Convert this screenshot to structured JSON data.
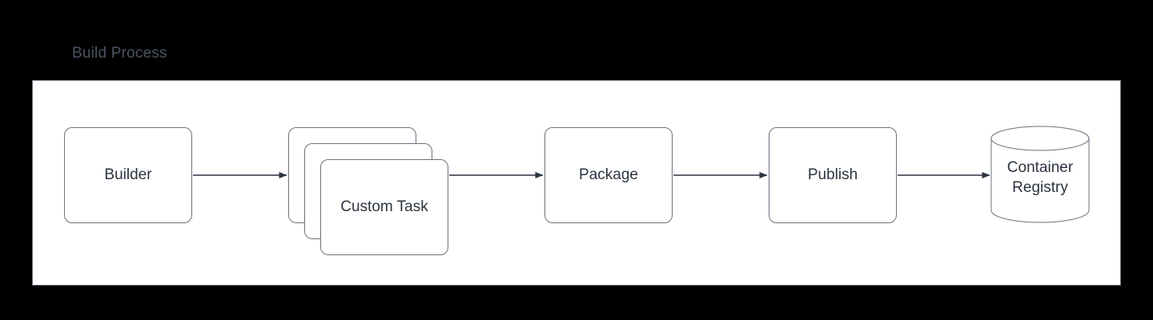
{
  "diagram": {
    "title": "Build Process",
    "title_color": "#4c5363",
    "container_bg": "#ffffff",
    "canvas_bg": "#000000",
    "node_border_color": "#6b7280",
    "node_text_color": "#2c3440",
    "edge_color": "#2c3440",
    "nodes": [
      {
        "id": "builder",
        "label": "Builder",
        "shape": "rounded-rect"
      },
      {
        "id": "custom-task-back-1",
        "label": "Custom Task",
        "shape": "rounded-rect"
      },
      {
        "id": "custom-task-back-2",
        "label": "Custom Task",
        "shape": "rounded-rect"
      },
      {
        "id": "custom-task-front",
        "label": "Custom Task",
        "shape": "rounded-rect"
      },
      {
        "id": "package",
        "label": "Package",
        "shape": "rounded-rect"
      },
      {
        "id": "publish",
        "label": "Publish",
        "shape": "rounded-rect"
      },
      {
        "id": "container-registry",
        "label_line1": "Container",
        "label_line2": "Registry",
        "shape": "cylinder"
      }
    ],
    "edges": [
      {
        "from": "builder",
        "to": "custom-task",
        "arrow": "filled-triangle"
      },
      {
        "from": "custom-task",
        "to": "package",
        "arrow": "filled-triangle"
      },
      {
        "from": "package",
        "to": "publish",
        "arrow": "filled-triangle"
      },
      {
        "from": "publish",
        "to": "container-registry",
        "arrow": "filled-triangle"
      }
    ]
  }
}
